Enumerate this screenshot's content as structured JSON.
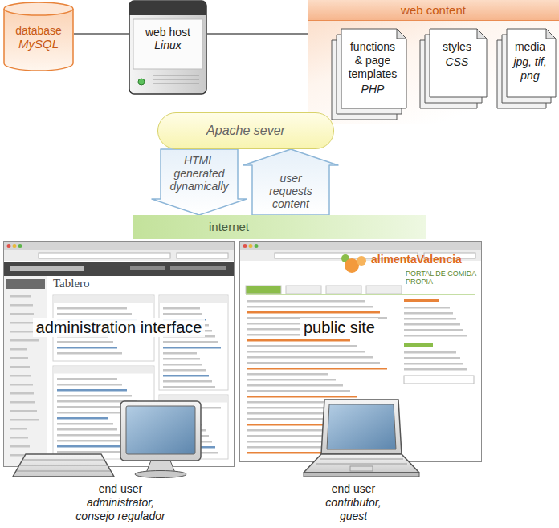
{
  "diagram": {
    "nodes": [
      {
        "text": [
          "database",
          "MySQL"
        ]
      },
      {
        "text": [
          "web host",
          "Linux"
        ]
      },
      {
        "text": [
          "web content"
        ]
      },
      {
        "text": [
          "functions & page templates",
          "PHP"
        ],
        "in": 2
      },
      {
        "text": [
          "styles",
          "CSS"
        ],
        "in": 2
      },
      {
        "text": [
          "media",
          "jpg, tif, png"
        ],
        "in": 2
      },
      {
        "text": [
          "Apache sever"
        ]
      },
      {
        "text": [
          "internet"
        ]
      },
      {
        "text": [
          "administration interface"
        ]
      },
      {
        "text": [
          "public site"
        ]
      }
    ],
    "edges": [
      {
        "from": 0,
        "to": 1,
        "arrow": "none"
      },
      {
        "from": 1,
        "to": 2,
        "arrow": "none"
      },
      {
        "from": 6,
        "to": 7,
        "label": "HTML generated dynamically",
        "arrow": "to"
      },
      {
        "from": 7,
        "to": 6,
        "label": "user requests content",
        "arrow": "to"
      }
    ],
    "labels": [
      "end user",
      "administrator, consejo regulador",
      "end user",
      "contributor, guest",
      "Tablero",
      "alimentaValencia",
      "PORTAL DE COMIDA PROPIA"
    ]
  }
}
